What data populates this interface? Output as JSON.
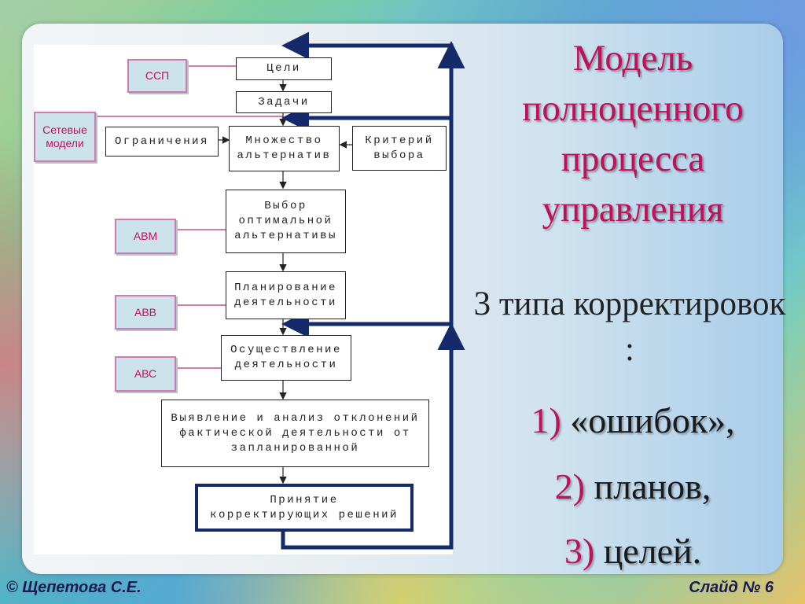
{
  "title": "Модель полноценного процесса управления",
  "subtitle": "3 типа корректировок :",
  "items": [
    {
      "num": "1)",
      "text": "«ошибок»,"
    },
    {
      "num": "2)",
      "text": "планов,"
    },
    {
      "num": "3)",
      "text": "целей."
    }
  ],
  "flow": {
    "goals": "Цели",
    "tasks": "Задачи",
    "constraints": "Ограничения",
    "alternatives": "Множество\nальтернатив",
    "criterion": "Критерий\nвыбора",
    "choice": "Выбор\nоптимальной\nальтернативы",
    "planning": "Планирование\nдеятельности",
    "implementation": "Осуществление\nдеятельности",
    "analysis": "Выявление и анализ отклонений\nфактической деятельности от\nзапланированной",
    "decision": "Принятие\nкорректирующих решений"
  },
  "side_labels": {
    "ssp": "ССП",
    "network": "Сетевые\nмодели",
    "avm": "АВМ",
    "avv": "АВВ",
    "avs": "АВС"
  },
  "footer": {
    "author": "© Щепетова С.Е.",
    "slide": "Слайд № 6"
  },
  "colors": {
    "title": "#c0105a",
    "arrows": "#142a6a",
    "side_text": "#c01060",
    "side_fill": "#cde3ec"
  }
}
